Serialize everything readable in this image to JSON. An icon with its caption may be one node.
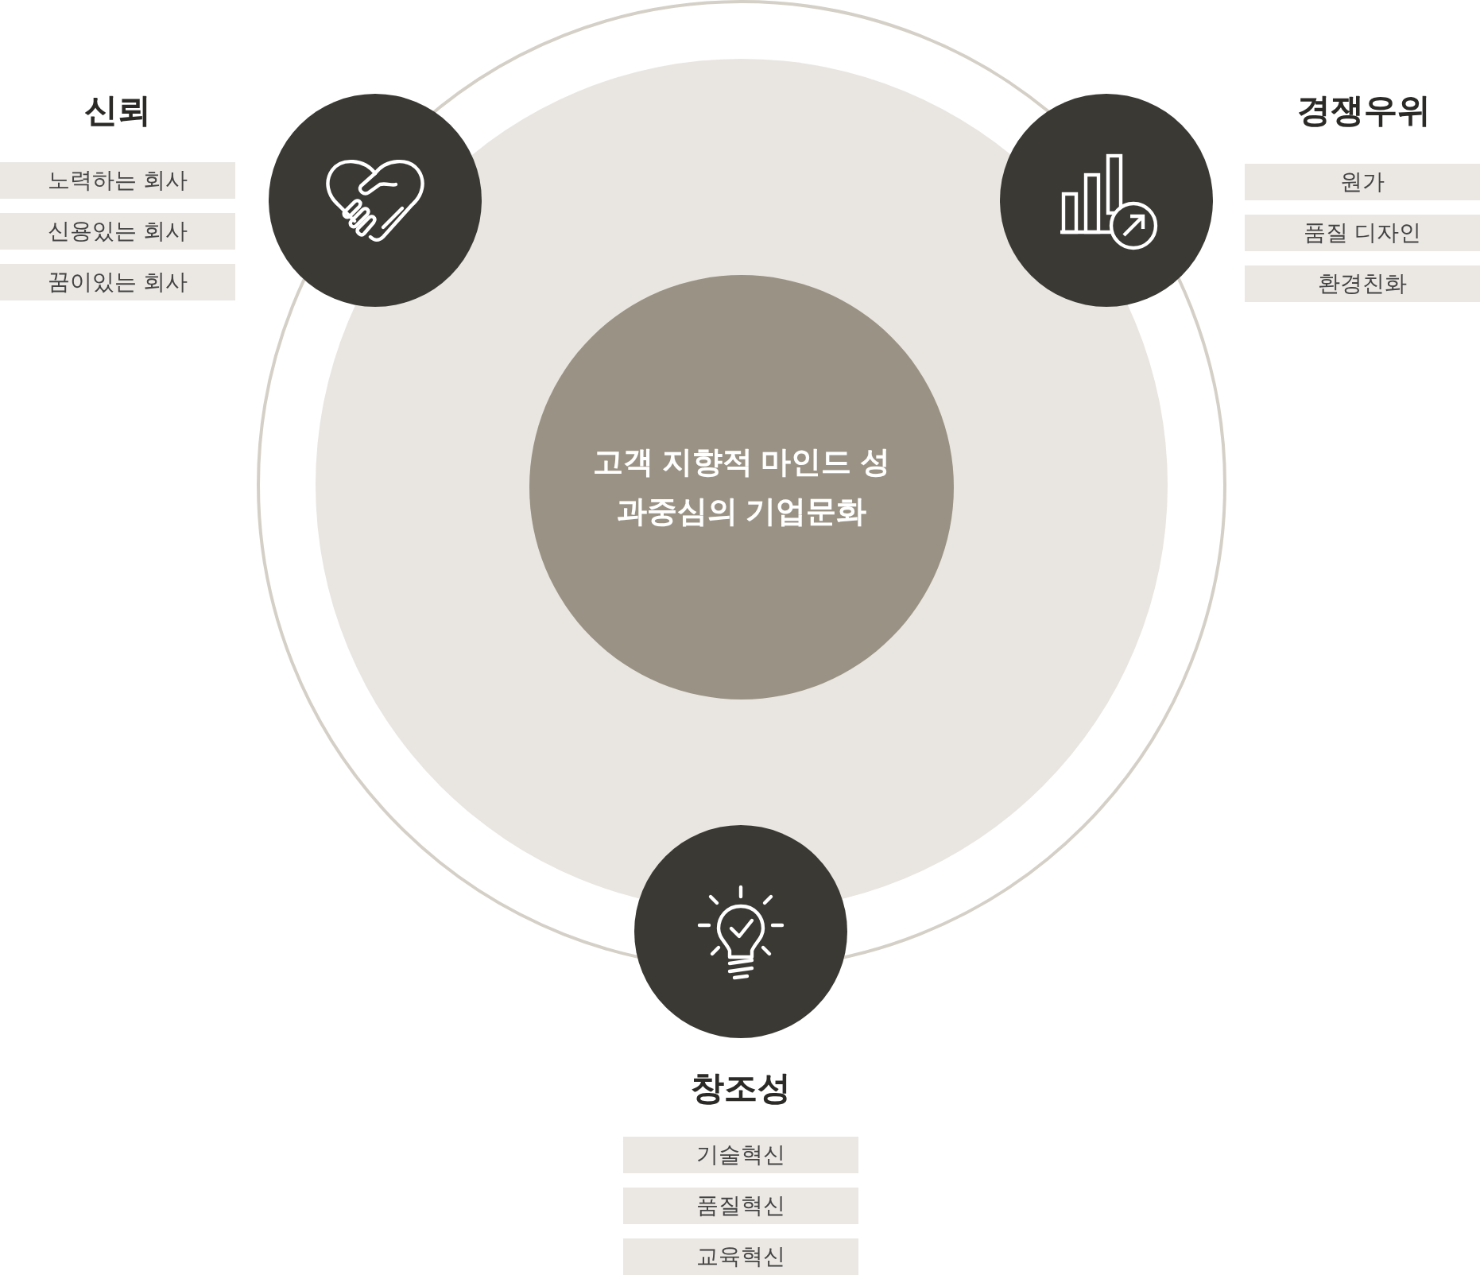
{
  "diagram": {
    "nodes": [
      {
        "text": [
          "고객 지향적 마인드 성과중심의 기업문화"
        ]
      },
      {
        "text": [
          "노력하는 회사"
        ]
      },
      {
        "text": [
          "신용있는 회사"
        ]
      },
      {
        "text": [
          "꿈이있는 회사"
        ]
      },
      {
        "text": [
          "원가"
        ]
      },
      {
        "text": [
          "품질 디자인"
        ]
      },
      {
        "text": [
          "환경친화"
        ]
      },
      {
        "text": [
          "기술혁신"
        ]
      },
      {
        "text": [
          "품질혁신"
        ]
      },
      {
        "text": [
          "교육혁신"
        ]
      }
    ],
    "labels": [
      "신뢰",
      "경쟁우위",
      "창조성"
    ]
  }
}
